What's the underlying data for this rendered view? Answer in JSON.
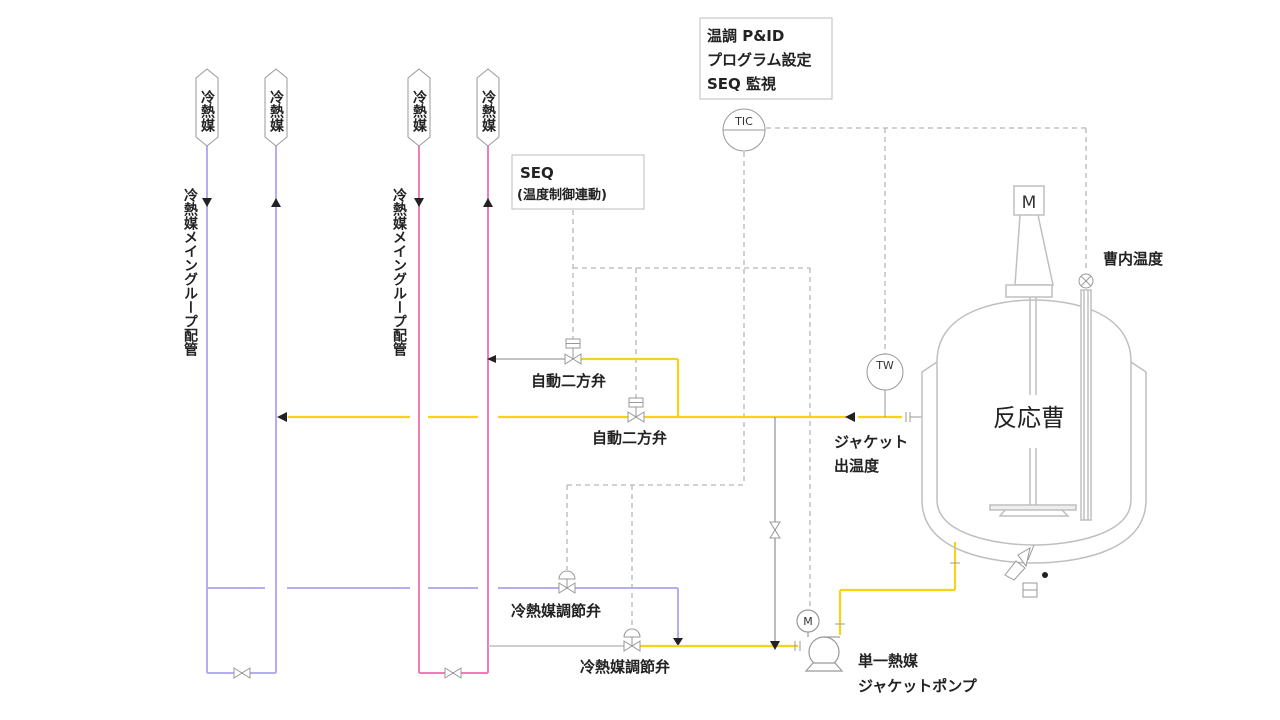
{
  "colors": {
    "cold_line": "#b4aef0",
    "hot_line": "#f27ab8",
    "heat_medium": "#f7d21a",
    "dashed": "#b7b7b7",
    "equipment": "#bfbfbf",
    "black": "#222222"
  },
  "header_tags": {
    "cold_supply": "冷熱媒",
    "cold_return": "冷熱媒",
    "hot_supply": "冷熱媒",
    "hot_return": "冷熱媒"
  },
  "loops": {
    "cold_loop": "冷熱媒メイングループ配管",
    "hot_loop": "冷熱媒メイングループ配管"
  },
  "boxes": {
    "control_lines": [
      "温調 P&ID",
      "プログラム設定",
      "SEQ 監視"
    ],
    "seq_lines": [
      "SEQ",
      "(温度制御連動)"
    ]
  },
  "instruments": {
    "tic": "TIC",
    "tw": "TW",
    "motor_top": "M",
    "motor_pump": "M"
  },
  "labels": {
    "valve_auto_1": "自動二方弁",
    "valve_auto_2": "自動二方弁",
    "valve_cold_1": "冷熱媒調節弁",
    "valve_cold_2": "冷熱媒調節弁",
    "reactor": "反応曹",
    "tank_temp": "曹内温度",
    "jacket_out_1": "ジャケット",
    "jacket_out_2": "出温度",
    "pump_1": "単一熱媒",
    "pump_2": "ジャケットポンプ"
  }
}
